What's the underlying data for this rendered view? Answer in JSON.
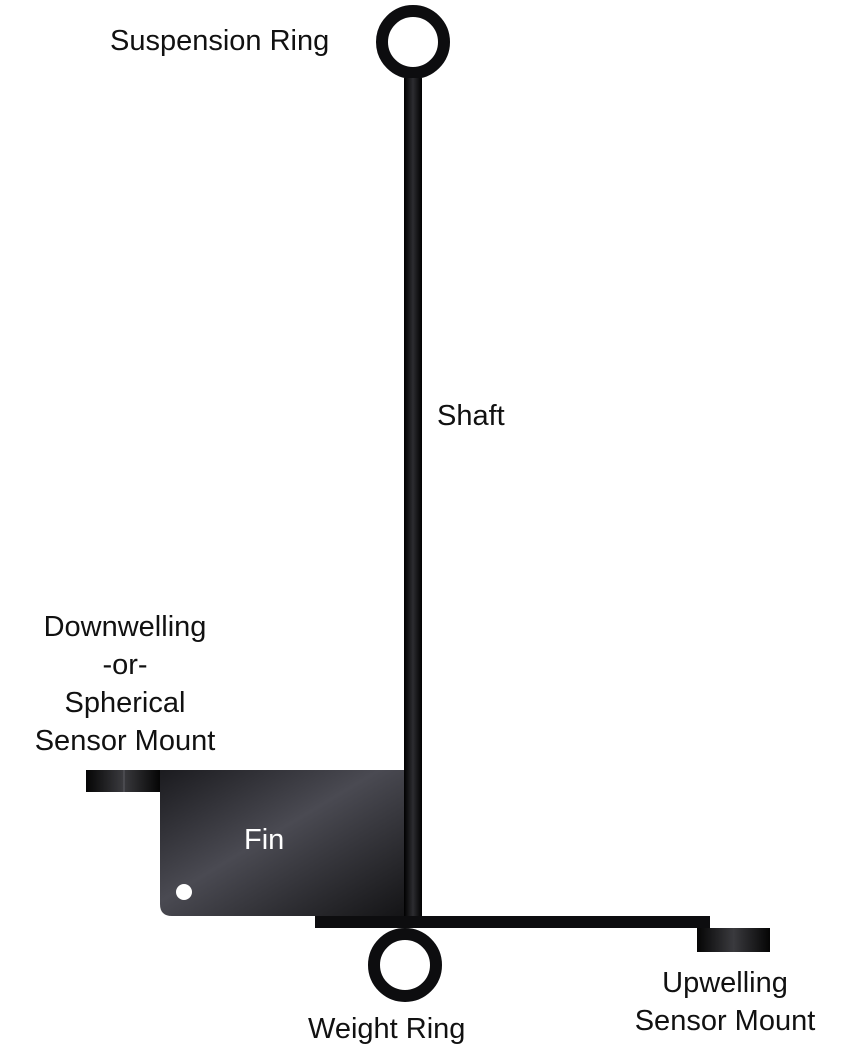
{
  "labels": {
    "suspension_ring": "Suspension Ring",
    "shaft": "Shaft",
    "downwelling": [
      "Downwelling",
      "-or-",
      "Spherical",
      "Sensor Mount"
    ],
    "fin": "Fin",
    "weight_ring": "Weight Ring",
    "upwelling": [
      "Upwelling",
      "Sensor Mount"
    ]
  },
  "colors": {
    "metal": "#0d0d0f",
    "fin_fill": "#2a2a30",
    "label_text": "#111111",
    "fin_label": "#ffffff"
  }
}
